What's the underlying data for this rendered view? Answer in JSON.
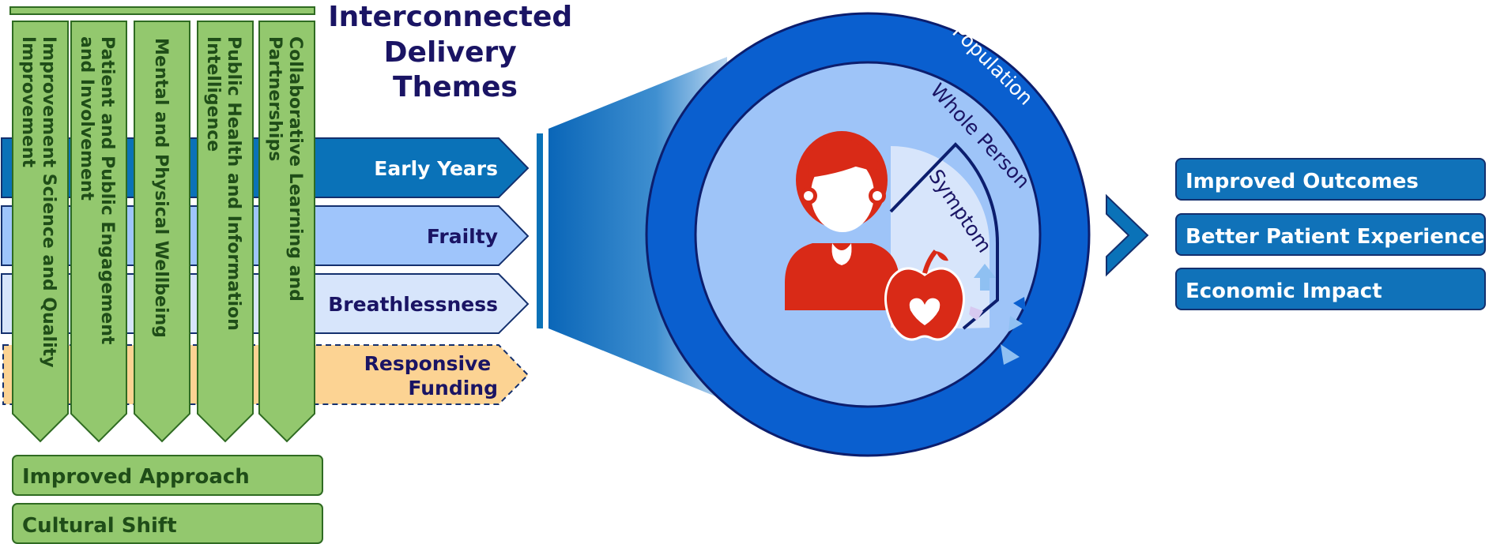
{
  "title": {
    "lines": [
      "Interconnected",
      "Delivery",
      "Themes"
    ]
  },
  "pillars": [
    {
      "lines": [
        "Improvement Science and Quality",
        "Improvement"
      ]
    },
    {
      "lines": [
        "Patient and Public Engagement",
        "and Involvement"
      ]
    },
    {
      "lines": [
        "Mental and Physical Wellbeing"
      ]
    },
    {
      "lines": [
        "Public Health and Information",
        "Intelligence"
      ]
    },
    {
      "lines": [
        "Collaborative Learning and",
        "Partnerships"
      ]
    }
  ],
  "themes": [
    {
      "lines": [
        "Early Years"
      ]
    },
    {
      "lines": [
        "Frailty"
      ]
    },
    {
      "lines": [
        "Breathlessness"
      ]
    },
    {
      "lines": [
        "Responsive",
        "Funding"
      ]
    }
  ],
  "approach_boxes": [
    {
      "label": "Improved Approach"
    },
    {
      "label": "Cultural Shift"
    }
  ],
  "circle": {
    "outer_label": "Population",
    "middle_label": "Whole Person",
    "inner_label": "Symptom",
    "person_icon": "person-icon",
    "apple_icon": "apple-heart-icon"
  },
  "outcomes": [
    {
      "label": "Improved Outcomes"
    },
    {
      "label": "Better Patient Experience"
    },
    {
      "label": "Economic Impact"
    }
  ],
  "colors": {
    "navy": "#1a1464",
    "dark_blue": "#0a72b8",
    "mid_blue": "#9fc5fb",
    "light_blue": "#d7e5fb",
    "orange": "#fcd393",
    "green": "#93c86e",
    "green_border": "#2f6b22",
    "ring_blue": "#0a5fcf",
    "inner_blue": "#9ec4f8",
    "red": "#d92a17",
    "outcome_blue": "#1072b9"
  }
}
